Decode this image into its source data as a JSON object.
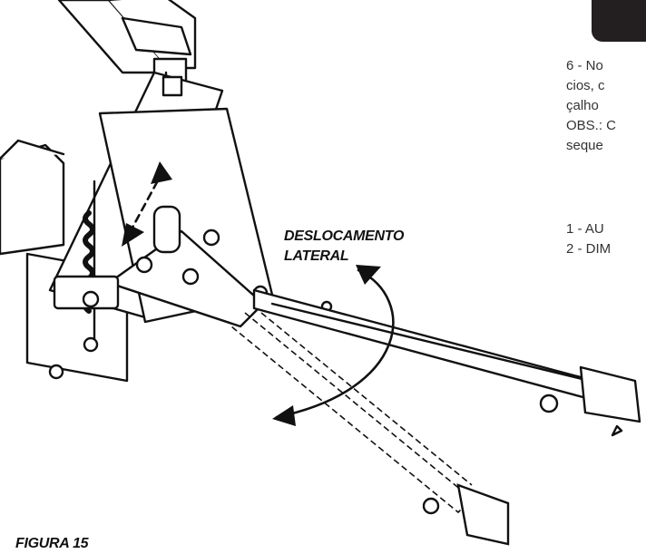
{
  "figure": {
    "motion_label_line1": "DESLOCAMENTO",
    "motion_label_line2": "LATERAL",
    "caption": "FIGURA 15"
  },
  "right_column": {
    "lines": [
      "6 - No",
      "cios, c",
      "çalho",
      "OBS.: C",
      "seque"
    ],
    "list_items": [
      "1 - AU",
      "2 - DIM"
    ]
  }
}
